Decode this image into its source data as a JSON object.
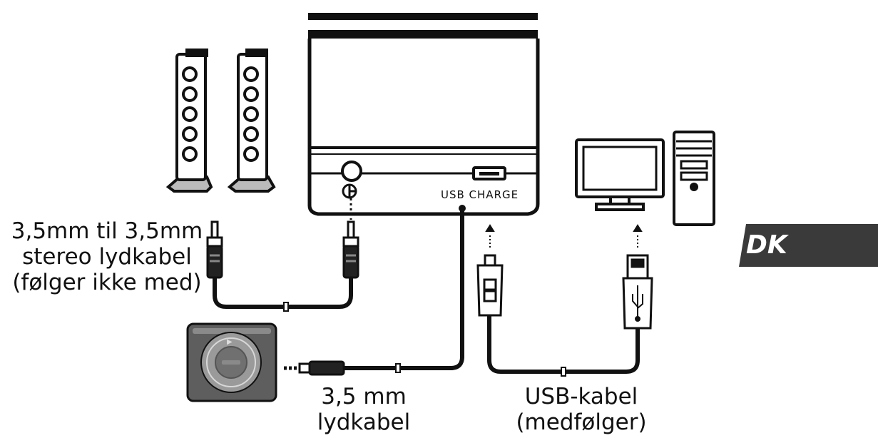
{
  "labels": {
    "stereo_cable": [
      "3,5mm til 3,5mm",
      "stereo lydkabel",
      "(følger ikke med)"
    ],
    "audio_cable": [
      "3,5 mm",
      "lydkabel"
    ],
    "usb_cable": [
      "USB-kabel",
      "(medfølger)"
    ]
  },
  "device": {
    "usb_port_label": "USB CHARGE",
    "player_button": "play"
  },
  "language_tab": "DK",
  "colors": {
    "ink": "#111111",
    "tab": "#3a3a3a",
    "player_body": "#5e5e5e",
    "player_wheel": "#9a9a9a",
    "player_center": "#707070"
  }
}
